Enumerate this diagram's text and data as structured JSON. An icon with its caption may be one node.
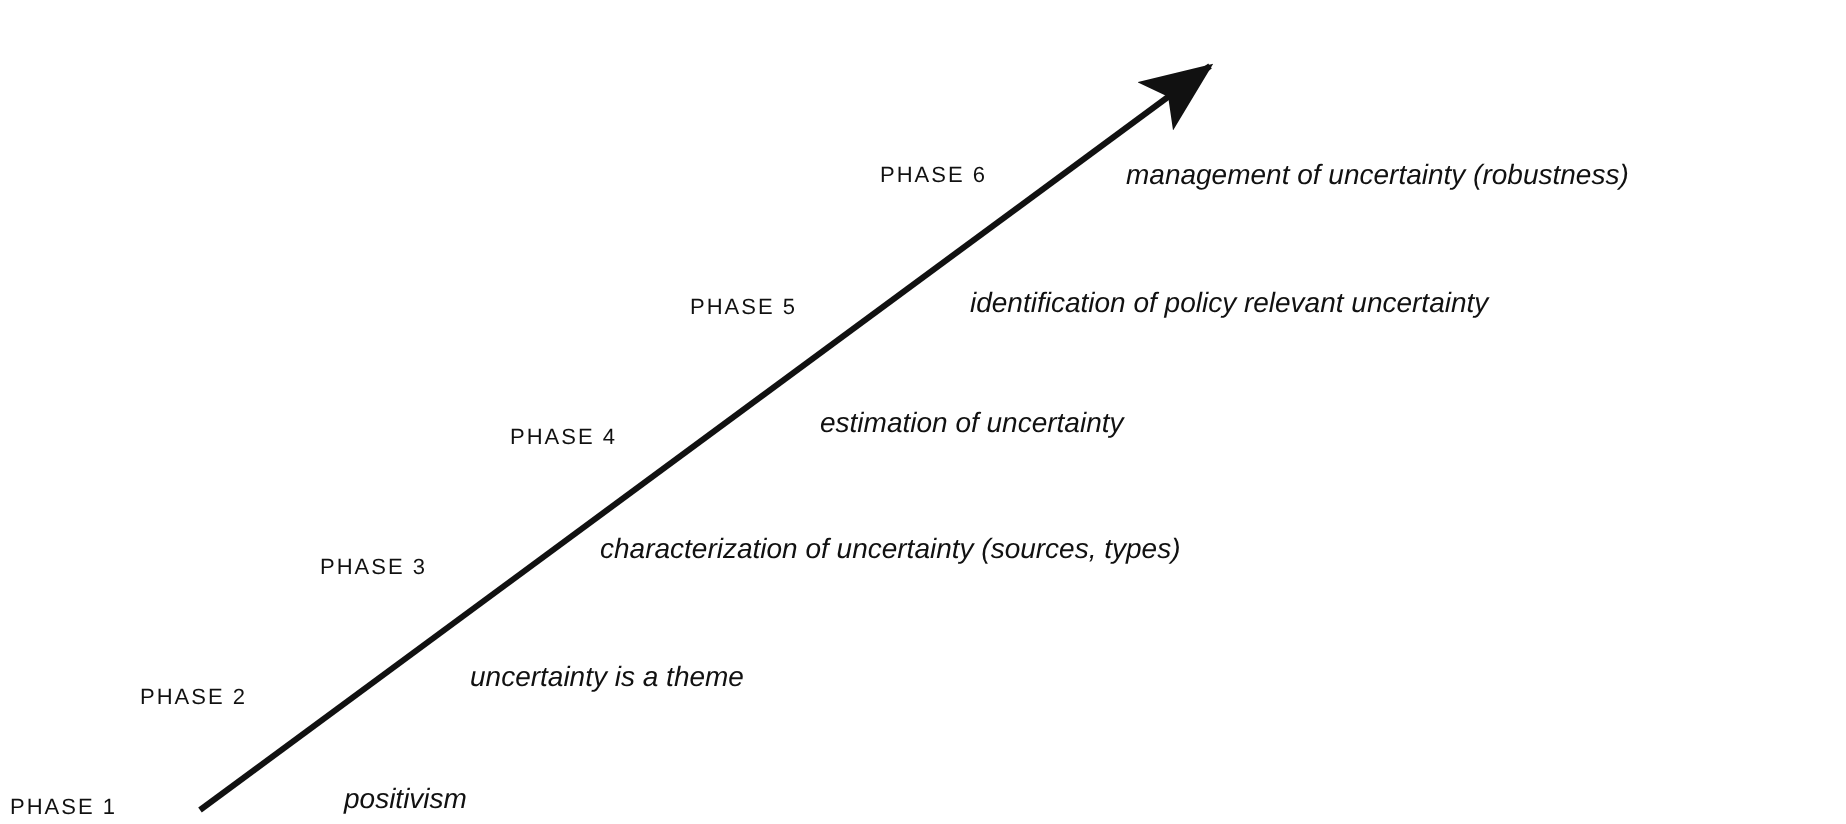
{
  "diagram": {
    "labels": [
      "PHASE 6",
      "management of uncertainty (robustness)",
      "PHASE 5",
      "identification of policy relevant uncertainty",
      "PHASE 4",
      "estimation of uncertainty",
      "PHASE 3",
      "characterization of uncertainty (sources, types)",
      "PHASE 2",
      "uncertainty is a theme",
      "PHASE 1",
      "positivism"
    ]
  }
}
